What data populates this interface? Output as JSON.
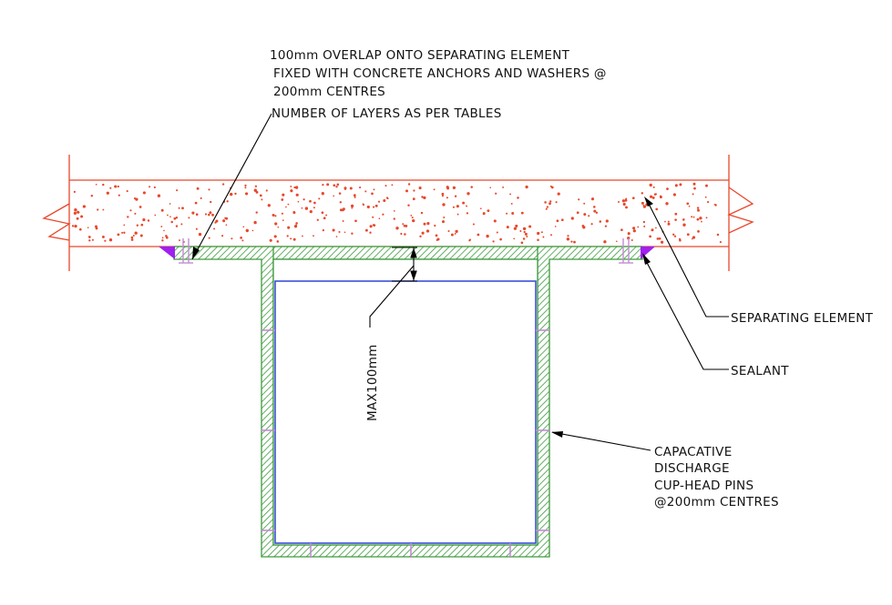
{
  "annotations": {
    "overlap": [
      "100mm OVERLAP ONTO SEPARATING ELEMENT",
      "FIXED WITH CONCRETE ANCHORS AND WASHERS @",
      "200mm CENTRES",
      "NUMBER OF LAYERS AS PER TABLES"
    ],
    "separating_element": "SEPARATING ELEMENT",
    "sealant": "SEALANT",
    "max_gap": "MAX100mm",
    "pins": [
      "CAPACATIVE",
      "DISCHARGE",
      "CUP-HEAD PINS",
      "@200mm CENTRES"
    ]
  },
  "colors": {
    "concrete": "#e8472a",
    "cladding": "#3d9a3d",
    "duct": "#3b4fd8",
    "pin": "#c58ad6",
    "sealant": "#a020f0",
    "leader": "#000000"
  }
}
